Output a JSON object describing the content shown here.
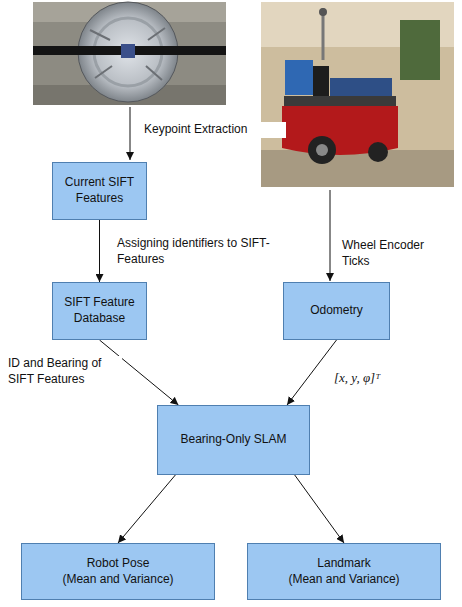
{
  "diagram": {
    "nodes": [
      {
        "text": [
          "Current SIFT Features"
        ]
      },
      {
        "text": [
          "SIFT Feature Database"
        ]
      },
      {
        "text": [
          "Odometry"
        ]
      },
      {
        "text": [
          "Bearing-Only SLAM"
        ]
      },
      {
        "text": [
          "Robot Pose",
          "(Mean and Variance)"
        ]
      },
      {
        "text": [
          "Landmark",
          "(Mean and Variance)"
        ]
      }
    ],
    "edges": [
      {
        "from": 0,
        "to": 1,
        "arrow": "to",
        "label": "Assigning identifiers to SIFT-Features"
      },
      {
        "from": 1,
        "to": 3,
        "arrow": "to",
        "label": "ID and Bearing of SIFT Features"
      },
      {
        "from": 2,
        "to": 3,
        "arrow": "to",
        "label": "[x, y, φ]ᵀ"
      },
      {
        "from": 3,
        "to": 4,
        "arrow": "to"
      },
      {
        "from": 3,
        "to": 5,
        "arrow": "to"
      }
    ],
    "labels": [
      "Keypoint Extraction",
      "Wheel Encoder Ticks"
    ]
  }
}
